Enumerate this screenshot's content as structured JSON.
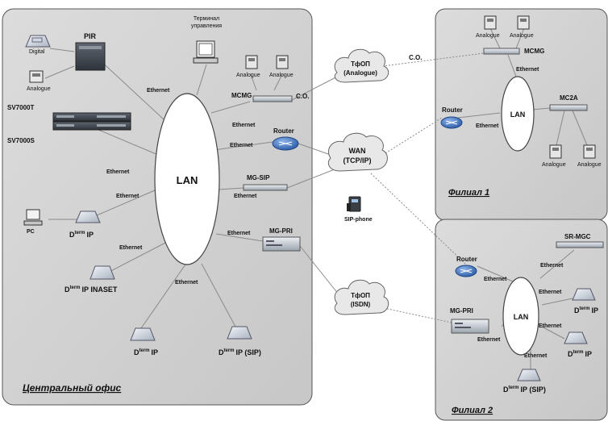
{
  "colors": {
    "panel_fill": "#d5d5d5",
    "panel_stroke": "#555555",
    "line": "#8a8a8a",
    "router": "#3d6fb8",
    "cloud": "#e8e8e8",
    "device": "#6a6a6a"
  },
  "offices": {
    "central": "Центральный офис",
    "branch1": "Филиал 1",
    "branch2": "Филиал 2"
  },
  "clouds": {
    "pstn_analog_1": "ТфОП",
    "pstn_analog_2": "(Analogue)",
    "wan_1": "WAN",
    "wan_2": "(TCP/IP)",
    "pstn_isdn_1": "ТфОП",
    "pstn_isdn_2": "(ISDN)"
  },
  "central": {
    "lan": "LAN",
    "pir": "PIR",
    "digital": "Digital",
    "analogue": "Analogue",
    "sv7000t": "SV7000T",
    "sv7000s": "SV7000S",
    "terminal_1": "Терминал",
    "terminal_2": "управления",
    "mcmg_analogue_a": "Analogue",
    "mcmg_analogue_b": "Analogue",
    "mcmg": "MCMG",
    "co": "C.O.",
    "router": "Router",
    "mgsip": "MG-SIP",
    "mgpri": "MG-PRI",
    "pc": "PC",
    "dterm_ip_left": "D",
    "dterm_ip_left_sup": "term",
    "dterm_ip_left_suffix": "IP",
    "inaset_d": "D",
    "inaset_sup": "term",
    "inaset_suffix": "IP INASET",
    "bottom_left_d": "D",
    "bottom_left_sup": "term",
    "bottom_left_suffix": "IP",
    "bottom_right_d": "D",
    "bottom_right_sup": "term",
    "bottom_right_suffix": "IP (SIP)",
    "ethernet": "Ethernet"
  },
  "branch1": {
    "analogue_a": "Analogue",
    "analogue_b": "Analogue",
    "mcmg": "MCMG",
    "co": "C.O.",
    "ethernet": "Ethernet",
    "router": "Router",
    "lan": "LAN",
    "mc2a": "MC2A",
    "analogue_c": "Analogue",
    "analogue_d": "Analogue"
  },
  "sip_phone": "SIP-phone",
  "branch2": {
    "srmgc": "SR-MGC",
    "router": "Router",
    "ethernet": "Ethernet",
    "mgpri": "MG-PRI",
    "lan": "LAN",
    "dterm_a_d": "D",
    "dterm_a_sup": "term",
    "dterm_a_suffix": "IP",
    "dterm_b_d": "D",
    "dterm_b_sup": "term",
    "dterm_b_suffix": "IP",
    "dterm_sip_d": "D",
    "dterm_sip_sup": "term",
    "dterm_sip_suffix": "IP (SIP)"
  }
}
